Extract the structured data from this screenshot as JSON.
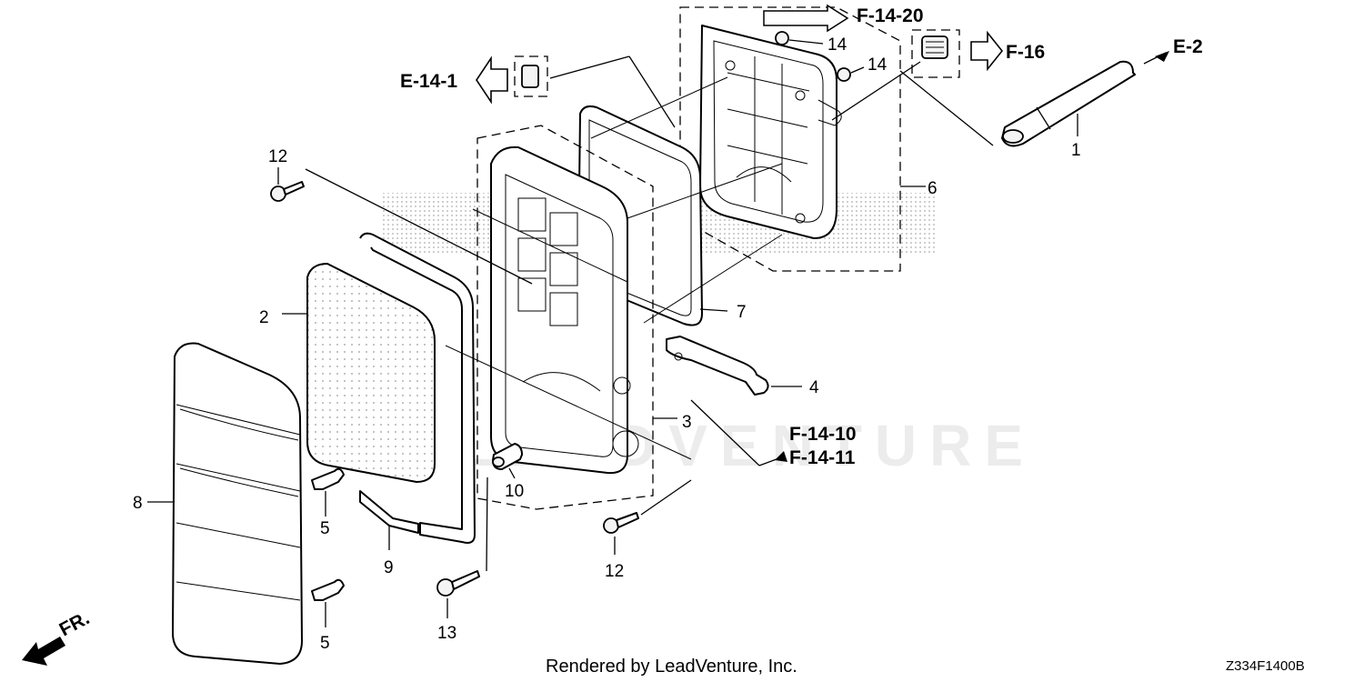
{
  "callouts": {
    "p1": "1",
    "p2": "2",
    "p3": "3",
    "p4": "4",
    "p5a": "5",
    "p5b": "5",
    "p6": "6",
    "p7": "7",
    "p8": "8",
    "p9": "9",
    "p10": "10",
    "p12a": "12",
    "p12b": "12",
    "p13": "13",
    "p14a": "14",
    "p14b": "14"
  },
  "references": {
    "f1420": "F-14-20",
    "f16": "F-16",
    "e2": "E-2",
    "e141": "E-14-1",
    "f1410": "F-14-10",
    "f1411": "F-14-11"
  },
  "direction": {
    "front": "FR."
  },
  "footer": {
    "rendered_by": "Rendered by LeadVenture, Inc.",
    "diagram_code": "Z334F1400B"
  },
  "watermark": {
    "text": "LEADVENTURE"
  }
}
